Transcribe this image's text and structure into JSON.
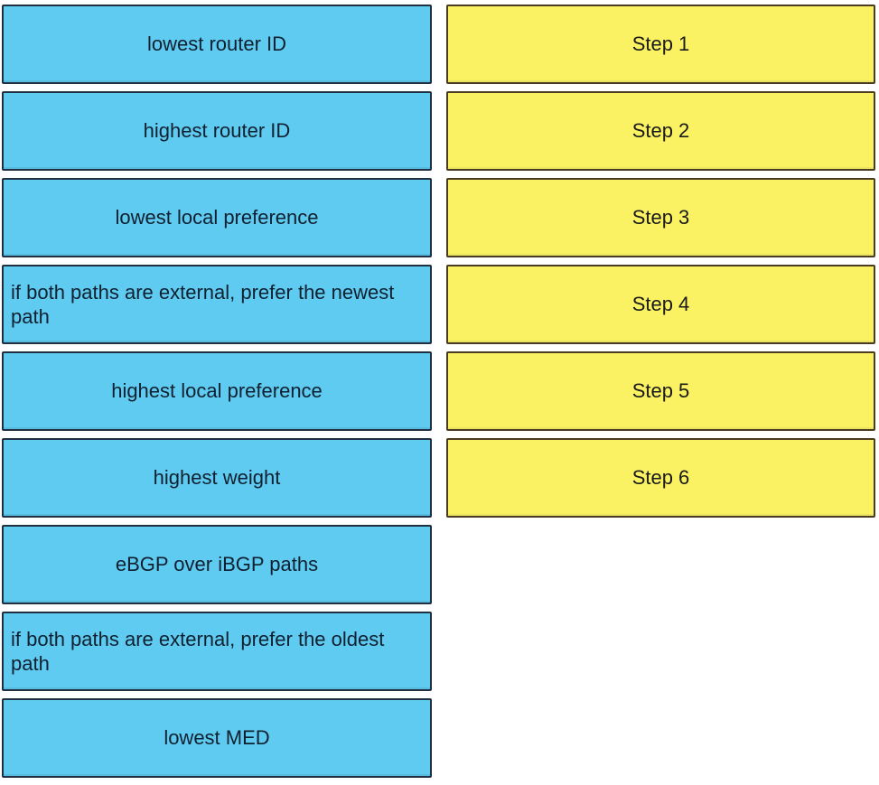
{
  "colors": {
    "page_bg": "#FFFFFF",
    "option_bg": "#5FCBF0",
    "option_border": "#1F3140",
    "option_text": "#0F2030",
    "step_bg": "#FAF263",
    "step_border": "#4A3B22",
    "step_text": "#1A1A1A"
  },
  "options": [
    {
      "label": "lowest router ID"
    },
    {
      "label": "highest router ID"
    },
    {
      "label": "lowest local preference"
    },
    {
      "label": "if both paths are external, prefer the newest path"
    },
    {
      "label": "highest local preference"
    },
    {
      "label": "highest weight"
    },
    {
      "label": "eBGP over iBGP paths"
    },
    {
      "label": "if both paths are external, prefer the oldest path"
    },
    {
      "label": "lowest MED"
    }
  ],
  "steps": [
    {
      "label": "Step 1"
    },
    {
      "label": "Step 2"
    },
    {
      "label": "Step 3"
    },
    {
      "label": "Step 4"
    },
    {
      "label": "Step 5"
    },
    {
      "label": "Step 6"
    }
  ]
}
